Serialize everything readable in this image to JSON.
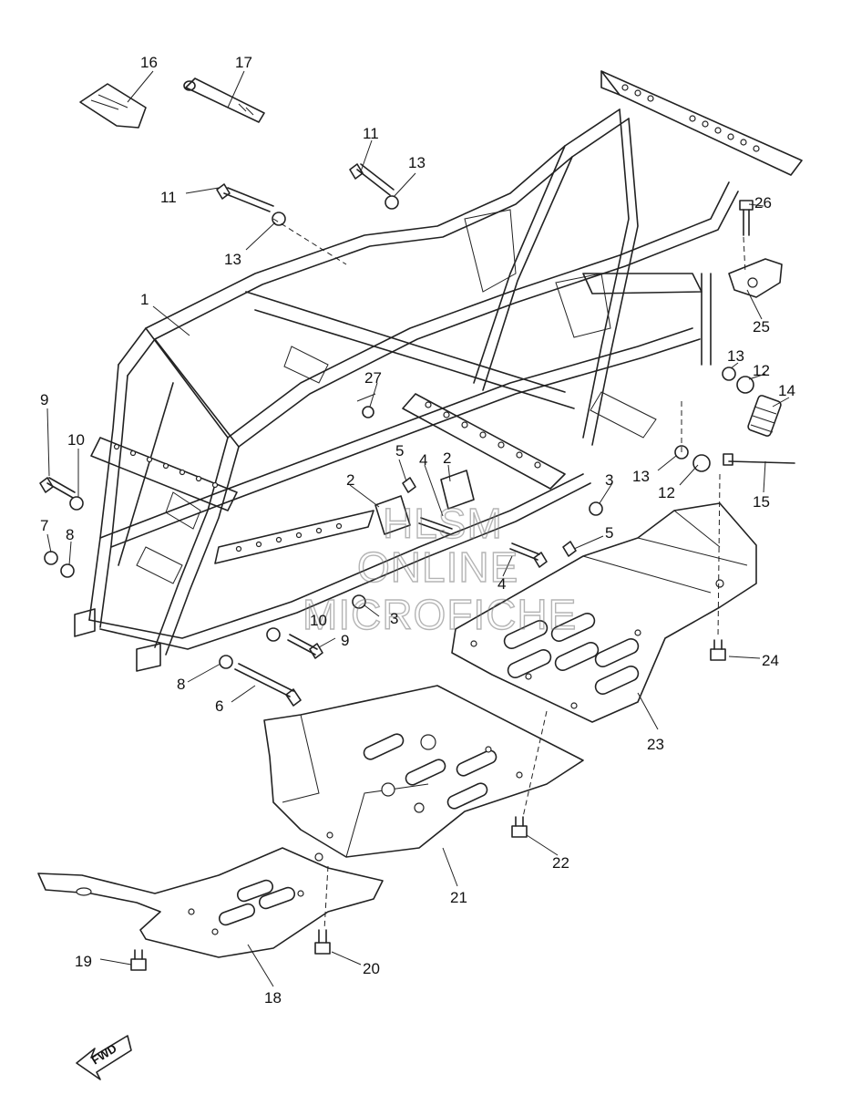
{
  "watermark": {
    "lines": [
      "HLSM",
      "ONLINE",
      "MICROFICHE"
    ]
  },
  "fwd_label": "FWD",
  "callouts": {
    "c1": "1",
    "c2a": "2",
    "c2b": "2",
    "c3a": "3",
    "c3b": "3",
    "c4a": "4",
    "c4b": "4",
    "c5a": "5",
    "c5b": "5",
    "c6": "6",
    "c7": "7",
    "c8a": "8",
    "c8b": "8",
    "c9a": "9",
    "c9b": "9",
    "c10a": "10",
    "c10b": "10",
    "c11a": "11",
    "c11b": "11",
    "c12a": "12",
    "c12b": "12",
    "c13a": "13",
    "c13b": "13",
    "c13c": "13",
    "c13d": "13",
    "c14": "14",
    "c15": "15",
    "c16": "16",
    "c17": "17",
    "c18": "18",
    "c19": "19",
    "c20": "20",
    "c21": "21",
    "c22": "22",
    "c23": "23",
    "c24": "24",
    "c25": "25",
    "c26": "26",
    "c27": "27"
  }
}
